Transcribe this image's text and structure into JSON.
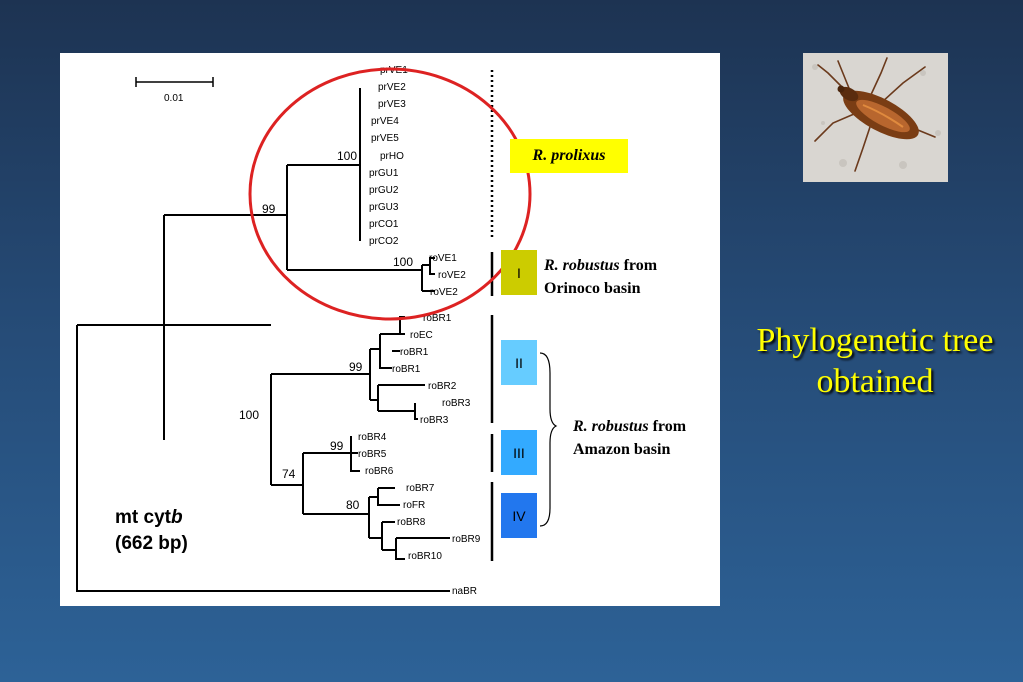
{
  "slide": {
    "title": "Phylogenetic tree obtained"
  },
  "figure": {
    "scale_bar_label": "0.01",
    "gene_label_prefix": "mt cyt",
    "gene_label_italic": "b",
    "gene_length": "(662 bp)",
    "leaves": [
      "prVE1",
      "prVE2",
      "prVE3",
      "prVE4",
      "prVE5",
      "prHO",
      "prGU1",
      "prGU2",
      "prGU3",
      "prCO1",
      "prCO2",
      "roVE1",
      "roVE2",
      "roVE2",
      "roBR1",
      "roEC",
      "roBR1",
      "roBR1",
      "roBR2",
      "roBR3",
      "roBR3",
      "roBR4",
      "roBR5",
      "roBR6",
      "roBR7",
      "roFR",
      "roBR8",
      "roBR9",
      "roBR10",
      "naBR"
    ],
    "bootstrap": [
      "100",
      "99",
      "100",
      "99",
      "100",
      "99",
      "74",
      "80"
    ],
    "clades": [
      {
        "id": "prolixus",
        "label": "R. prolixus",
        "color": "#ffff00"
      },
      {
        "id": "I",
        "label": "I",
        "color": "#cccc00"
      },
      {
        "id": "II",
        "label": "II",
        "color": "#66ccff"
      },
      {
        "id": "III",
        "label": "III",
        "color": "#33aaff"
      },
      {
        "id": "IV",
        "label": "IV",
        "color": "#2277ee"
      }
    ],
    "annotations": {
      "orinoco_italic": "R. robustus",
      "orinoco_from": " from",
      "orinoco_line2": "Orinoco basin",
      "amazon_italic": "R. robustus",
      "amazon_from": " from",
      "amazon_line2": "Amazon basin"
    }
  },
  "photo": {
    "subject": "triatomine-bug-icon"
  }
}
